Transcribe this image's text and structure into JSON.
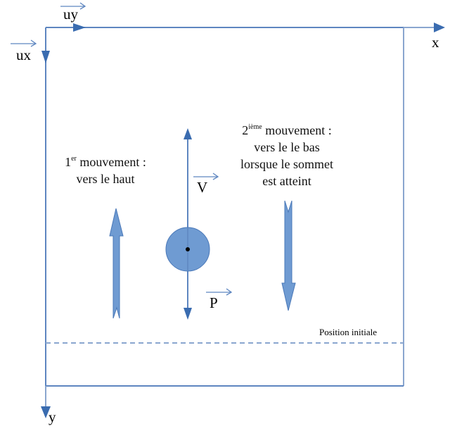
{
  "colors": {
    "axis": "#3a6cb0",
    "frame": "#5e86c0",
    "arrow_fill": "#6f9bd2",
    "arrow_stroke": "#4a78b8",
    "ball_fill": "#6f9bd2",
    "dashed": "#8aa6cf"
  },
  "axes": {
    "x_label": "x",
    "y_label": "y",
    "ux_label": "ux",
    "uy_label": "uy"
  },
  "vectors": {
    "v_label": "V",
    "p_label": "P"
  },
  "movements": {
    "first": {
      "number": "1",
      "suffix": "er",
      "title": " mouvement :",
      "line2": "vers le haut"
    },
    "second": {
      "number": "2",
      "suffix": "ième",
      "title": " mouvement :",
      "line2": "vers le le bas",
      "line3": "lorsque le sommet",
      "line4": "est atteint"
    }
  },
  "reference_line": {
    "label": "Position initiale"
  }
}
